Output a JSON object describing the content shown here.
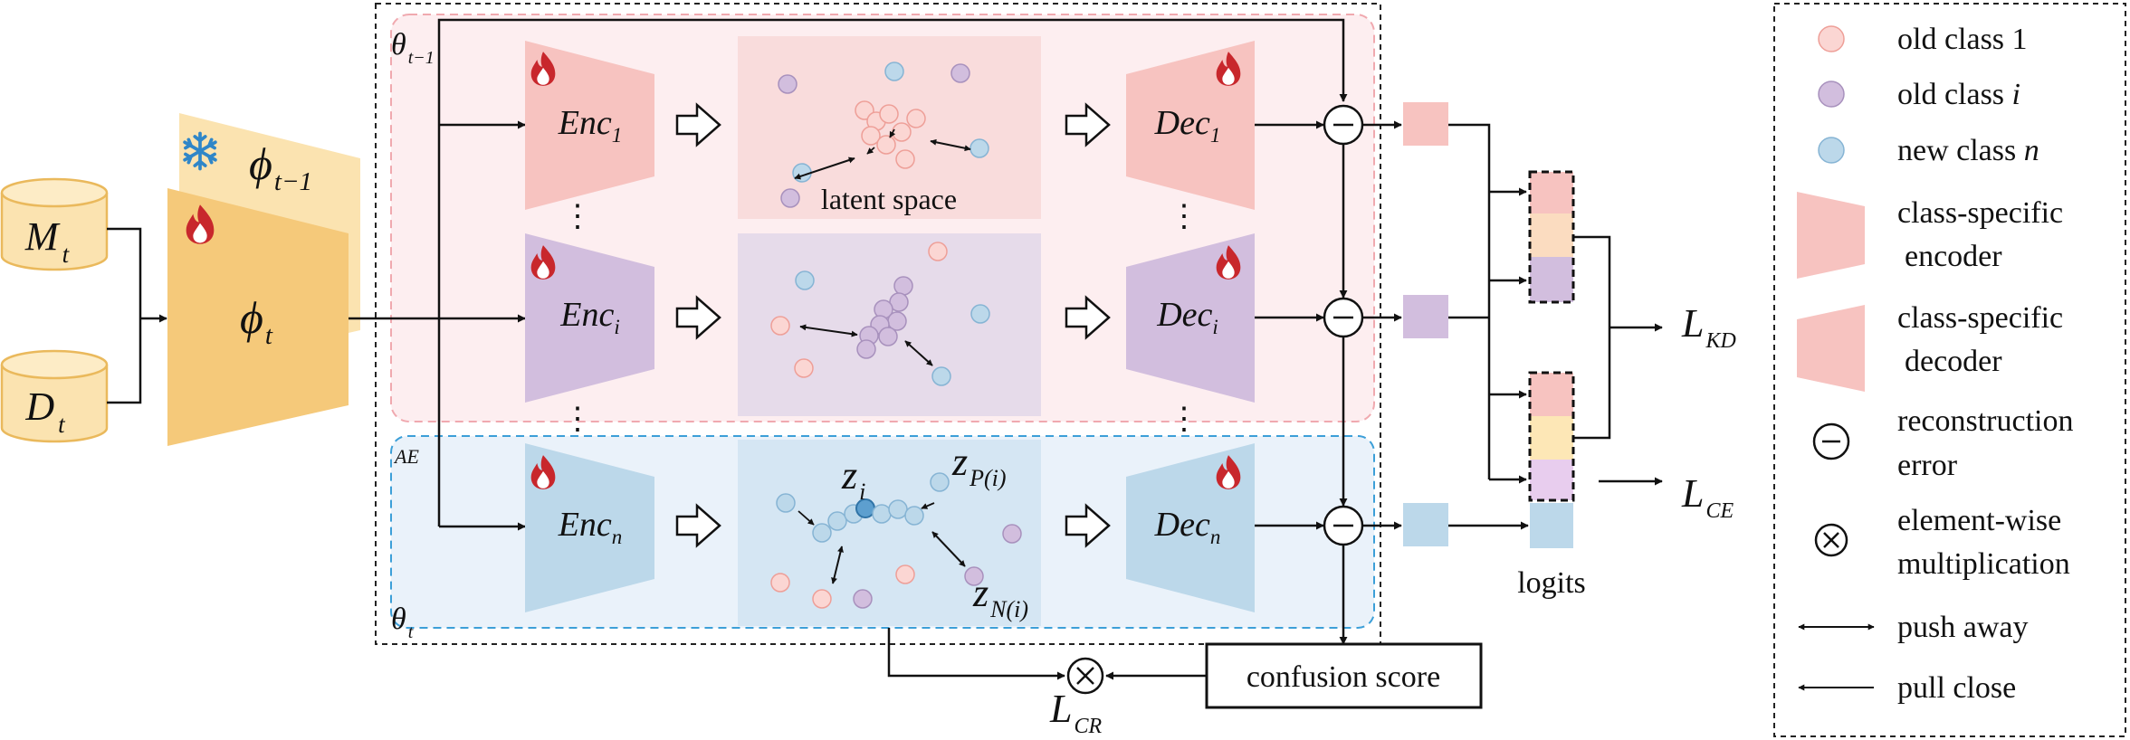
{
  "data_sources": {
    "memory": {
      "main": "M",
      "sub": "t"
    },
    "data": {
      "main": "D",
      "sub": "t"
    }
  },
  "backbone": {
    "frozen": {
      "main": "ϕ",
      "sub": "t−1"
    },
    "trainable": {
      "main": "ϕ",
      "sub": "t"
    }
  },
  "old_params": {
    "main": "θ",
    "sub": "t−1"
  },
  "new_params": {
    "main": "θ",
    "sub": "t"
  },
  "ae_label": "AE",
  "encoders": [
    {
      "main": "Enc",
      "sub": "1"
    },
    {
      "main": "Enc",
      "sub": "i"
    },
    {
      "main": "Enc",
      "sub": "n"
    }
  ],
  "decoders": [
    {
      "main": "Dec",
      "sub": "1"
    },
    {
      "main": "Dec",
      "sub": "i"
    },
    {
      "main": "Dec",
      "sub": "n"
    }
  ],
  "ellipsis": "⋮",
  "latent_space_label": "latent space",
  "anchor": {
    "main": "z",
    "sub": "i"
  },
  "positive": {
    "main": "z",
    "sub": "P(i)"
  },
  "negative": {
    "main": "z",
    "sub": "N(i)"
  },
  "logits_label": "logits",
  "losses": {
    "kd": {
      "main": "L",
      "sub": "KD"
    },
    "ce": {
      "main": "L",
      "sub": "CE"
    },
    "cr": {
      "main": "L",
      "sub": "CR"
    }
  },
  "confusion_score_label": "confusion score",
  "legend": {
    "old_class_1": {
      "text": "old class ",
      "var": "1"
    },
    "old_class_i": {
      "text": "old class ",
      "var": "i"
    },
    "new_class_n": {
      "text": "new class ",
      "var": "n"
    },
    "encoder": [
      "class-specific",
      "encoder"
    ],
    "decoder": [
      "class-specific",
      "decoder"
    ],
    "reconstruction": [
      "reconstruction",
      "error"
    ],
    "multiplication": [
      "element-wise",
      "multiplication"
    ],
    "push": "push away",
    "pull": "pull close"
  },
  "colors": {
    "pink": "#f7c3c0",
    "purple": "#d2bede",
    "blue": "#bcd8ea",
    "orange": "#f5c97a",
    "light_orange": "#fbe3b0",
    "pink_bg": "#fdeef0",
    "blue_bg": "#eaf2fa"
  }
}
